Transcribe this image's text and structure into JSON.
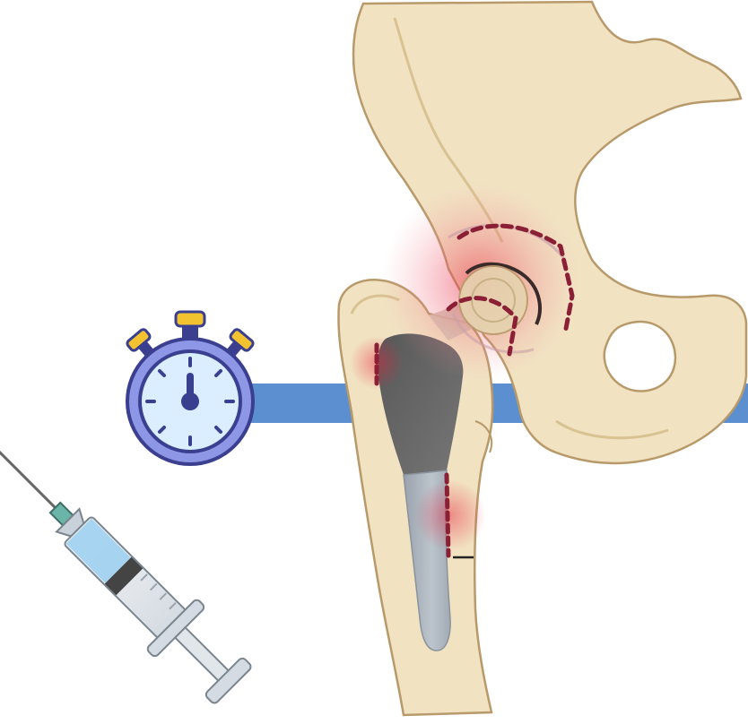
{
  "diagram": {
    "type": "hip-implant-illustration",
    "background": "#ffffff",
    "colors": {
      "bone_fill": "#f1e2c2",
      "bone_outline": "#b89a6a",
      "bone_shade": "#e4cfa6",
      "timeline_band": "#5b8fd0",
      "inflammation": "#e8203c",
      "suture": "#8a1f35",
      "implant_cement": "#6a6a6a",
      "implant_stem": "#aab3bd"
    },
    "icons": [
      "stopwatch-icon",
      "syringe-icon"
    ],
    "regions": [
      "pelvis",
      "acetabular-cup",
      "femoral-head",
      "femur",
      "femoral-stem-implant",
      "inflammation-sites"
    ]
  }
}
